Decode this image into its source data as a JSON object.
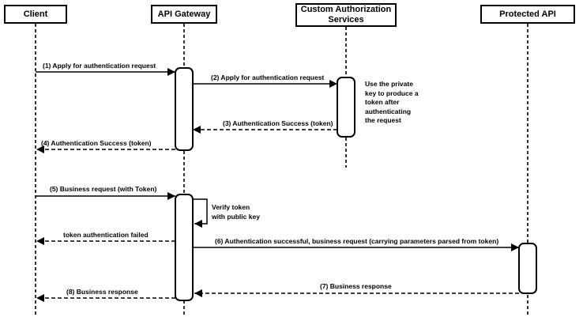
{
  "diagram": {
    "type": "sequence-diagram",
    "colors": {
      "stroke": "#000000",
      "fill": "#ffffff",
      "text": "#000000",
      "background": "#ffffff"
    },
    "participants": [
      {
        "id": "client",
        "name": "Client"
      },
      {
        "id": "api-gateway",
        "name": "API Gateway"
      },
      {
        "id": "custom-authorization-services",
        "name": "Custom Authorization Services"
      },
      {
        "id": "protected-api",
        "name": "Protected API"
      }
    ],
    "messages": [
      {
        "label": "(1) Apply for authentication request",
        "from": "Client",
        "to": "API Gateway",
        "line": "solid"
      },
      {
        "label": "(2) Apply for authentication request",
        "from": "API Gateway",
        "to": "Custom Authorization Services",
        "line": "solid"
      },
      {
        "label": "(3) Authentication Success (token)",
        "from": "Custom Authorization Services",
        "to": "API Gateway",
        "line": "dashed"
      },
      {
        "label": "(4) Authentication Success (token)",
        "from": "API Gateway",
        "to": "Client",
        "line": "dashed"
      },
      {
        "label": "(5) Business request (with Token)",
        "from": "Client",
        "to": "API Gateway",
        "line": "solid"
      },
      {
        "label": "Verify token\nwith public key",
        "from": "API Gateway",
        "to": "API Gateway",
        "line": "solid",
        "self": true
      },
      {
        "label": "token authentication failed",
        "from": "API Gateway",
        "to": "Client",
        "line": "dashed"
      },
      {
        "label": "(6) Authentication successful, business request (carrying parameters parsed from token)",
        "from": "API Gateway",
        "to": "Protected API",
        "line": "solid"
      },
      {
        "label": "(7) Business response",
        "from": "Protected API",
        "to": "API Gateway",
        "line": "dashed"
      },
      {
        "label": "(8) Business response",
        "from": "API Gateway",
        "to": "Client",
        "line": "dashed"
      }
    ],
    "notes": [
      {
        "text": "Use the private\nkey to produce a\ntoken after\nauthenticating\nthe request",
        "attached_to": "Custom Authorization Services"
      }
    ]
  }
}
